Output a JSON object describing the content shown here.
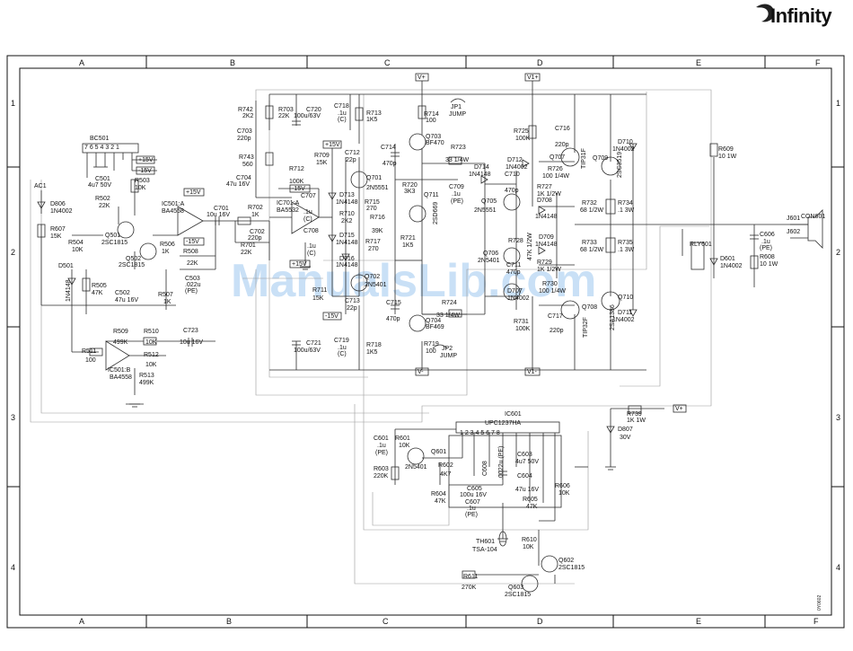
{
  "brand": {
    "logo_text": "Infinity",
    "watermark": "ManualsLib.com",
    "sheet_code": "0Y0602"
  },
  "grid": {
    "columns": [
      "A",
      "B",
      "C",
      "D",
      "E",
      "F"
    ],
    "rows": [
      "1",
      "2",
      "3",
      "4"
    ]
  },
  "supply": {
    "vplus": "V+",
    "vminus": "V-",
    "v1plus": "V1+",
    "v1minus": "V1-",
    "p15v": "+15V",
    "m15v": "-15V"
  },
  "labels": {
    "bc501": "BC501",
    "bc501_pins": "7 6 5 4 3 2 1",
    "ac1": "AC1",
    "c501": "C501",
    "c501_v": "4u7 50V",
    "d806": "D806",
    "d806_v": "1N4002",
    "r607": "R607",
    "r607_v": "15K",
    "r503": "R503",
    "r503_v": "10K",
    "r502": "R502",
    "r502_v": "22K",
    "r504": "R504",
    "r504_v": "10K",
    "q501": "Q501",
    "q501_v": "2SC1815",
    "q502": "Q502",
    "q502_v": "2SC1815",
    "r506": "R506",
    "r506_v": "1K",
    "d501": "D501",
    "d501_v": "1N4148",
    "r505": "R505",
    "r505_v": "47K",
    "c502": "C502",
    "c502_v": "47u 16V",
    "r507": "R507",
    "r507_v": "1K",
    "ic501a": "IC501:A",
    "ic501a_v": "BA4558",
    "r508": "R508",
    "r508_v": "22K",
    "c503": "C503",
    "c503_v": ".022u",
    "c503_t": "(PE)",
    "c701": "C701",
    "c701_v": "10u 16V",
    "r702": "R702",
    "r702_v": "1K",
    "c702": "C702",
    "c702_v": "220p",
    "r701": "R701",
    "r701_v": "22K",
    "r509": "R509",
    "r509_v": "499K",
    "r510": "R510",
    "r510_v": "10K",
    "r511": "R511",
    "r511_v": "100",
    "r512": "R512",
    "r512_v": "10K",
    "c723": "C723",
    "c723_v": "10u 16V",
    "ic501b": "IC501:B",
    "ic501b_v": "BA4558",
    "r513": "R513",
    "r513_v": "499K",
    "r742": "R742",
    "r742_v": "2K2",
    "r703": "R703",
    "r703_v": "22K",
    "c720": "C720",
    "c720_v": "100u/63V",
    "c718": "C718",
    "c718_v": ".1u",
    "c718_t": "(C)",
    "r713": "R713",
    "r713_v": "1K5",
    "c703": "C703",
    "c703_v": "220p",
    "r743": "R743",
    "r743_v": "560",
    "c704": "C704",
    "c704_v": "47u 16V",
    "r709": "R709",
    "r709_v": "15K",
    "c712": "C712",
    "c712_v": "22p",
    "r712": "R712",
    "r712_v": "100K",
    "ic701a": "IC701:A",
    "ic701a_v": "BA5532",
    "c707": "C707",
    "c707_v": ".1u",
    "c707_t": "(C)",
    "c708": "C708",
    "c708_v": ".1u",
    "c708_t": "(C)",
    "q701": "Q701",
    "q701_v": "2N5551",
    "d713": "D713",
    "d713_v": "1N4148",
    "r715": "R715",
    "r715_v": "270",
    "r710": "R710",
    "r710_v": "2K2",
    "d715": "D715",
    "d715_v": "1N4148",
    "r717": "R717",
    "r717_v": "270",
    "d716": "D716",
    "d716_v": "1N4148",
    "r711": "R711",
    "r711_v": "15K",
    "q702": "Q702",
    "q702_v": "2N5401",
    "c713": "C713",
    "c713_v": "22p",
    "c721": "C721",
    "c721_v": "100u/63V",
    "c719": "C719",
    "c719_v": ".1u",
    "c719_t": "(C)",
    "r718": "R718",
    "r718_v": "1K5",
    "r714": "R714",
    "r714_v": "100",
    "jp1": "JP1",
    "jp1_v": "JUMP",
    "q703": "Q703",
    "q703_v": "BF470",
    "c714": "C714",
    "c714_v": "470p",
    "r723": "R723",
    "r723_v": "33 1/4W",
    "r720": "R720",
    "r720_v": "3K3",
    "q711": "Q711",
    "q711_v": "2SD669",
    "c709": "C709",
    "c709_v": ".1u",
    "c709_t": "(PE)",
    "r716": "R716",
    "r716_v": "39K",
    "r721": "R721",
    "r721_v": "1K5",
    "c715": "C715",
    "c715_v": "470p",
    "r724": "R724",
    "r724_v": "33 1/4W",
    "q704": "Q704",
    "q704_v": "BF469",
    "r719": "R719",
    "r719_v": "100",
    "jp2": "JP2",
    "jp2_v": "JUMP",
    "r725": "R725",
    "r725_v": "100K",
    "c716": "C716",
    "c716_v": "220p",
    "q707": "Q707",
    "q707_v": "TIP31F",
    "q709": "Q709",
    "q709_v": "2SC3519",
    "d710": "D710",
    "d710_v": "1N4002",
    "d714": "D714",
    "d714_v": "1N4148",
    "d712": "D712",
    "d712_v": "1N4002",
    "c710": "C710",
    "c710_v": "470p",
    "r726": "R726",
    "r726_v": "100 1/4W",
    "r727": "R727",
    "r727_v": "1K 1/2W",
    "q705": "Q705",
    "q705_v": "2N5551",
    "d708": "D708",
    "d708_v": "1N4148",
    "r732": "R732",
    "r732_v": "68 1/2W",
    "r734": "R734",
    "r734_v": ".1 3W",
    "r728": "R728",
    "r728_v": "47K 1/2W",
    "d709": "D709",
    "d709_v": "1N4148",
    "q706": "Q706",
    "q706_v": "2N5401",
    "c711": "C711",
    "c711_v": "470p",
    "r729": "R729",
    "r729_v": "1K 1/2W",
    "r733": "R733",
    "r733_v": "68 1/2W",
    "r735": "R735",
    "r735_v": ".1 3W",
    "d707": "D707",
    "d707_v": "1N4002",
    "r730": "R730",
    "r730_v": "100 1/4W",
    "q708": "Q708",
    "q708_v": "TIP32F",
    "q710": "Q710",
    "q710_v": "2SA1386",
    "d711": "D711",
    "d711_v": "1N4002",
    "r731": "R731",
    "r731_v": "100K",
    "c717": "C717",
    "c717_v": "220p",
    "r609": "R609",
    "r609_v": "10 1W",
    "rly601": "RLY601",
    "d601": "D601",
    "d601_v": "1N4002",
    "c606": "C606",
    "c606_v": ".1u",
    "c606_t": "(PE)",
    "r608": "R608",
    "r608_v": "10 1W",
    "j601": "J601",
    "j602": "J602",
    "con601": "CON601",
    "ic601": "IC601",
    "ic601_v": "UPC1237HA",
    "ic601_pins": "1 2 3 4 5 6 7 8",
    "c601": "C601",
    "c601_v": ".1u",
    "c601_t": "(PE)",
    "r601": "R601",
    "r601_v": "10K",
    "q601": "Q601",
    "q601_v": "2N5401",
    "r603": "R603",
    "r603_v": "220K",
    "r602": "R602",
    "r602_v": "4K7",
    "c608": "C608",
    "c608_v": ".0022u (PE)",
    "c603": "C603",
    "c603_v": "4u7 50V",
    "c604": "C604",
    "c604_v": "47u 16V",
    "r606": "R606",
    "r606_v": "10K",
    "r604": "R604",
    "r604_v": "47K",
    "c605": "C605",
    "c605_v": "100u 16V",
    "c607": "C607",
    "c607_v": ".1u",
    "c607_t": "(PE)",
    "r605": "R605",
    "r605_v": "47K",
    "r739": "R739",
    "r739_v": "1K 1W",
    "d807": "D807",
    "d807_v": "30V",
    "th601": "TH601",
    "th601_v": "TSA-104",
    "r610": "R610",
    "r610_v": "10K",
    "q602": "Q602",
    "q602_v": "2SC1815",
    "r611": "R611",
    "r611_v": "270K",
    "q603": "Q603",
    "q603_v": "2SC1815"
  }
}
